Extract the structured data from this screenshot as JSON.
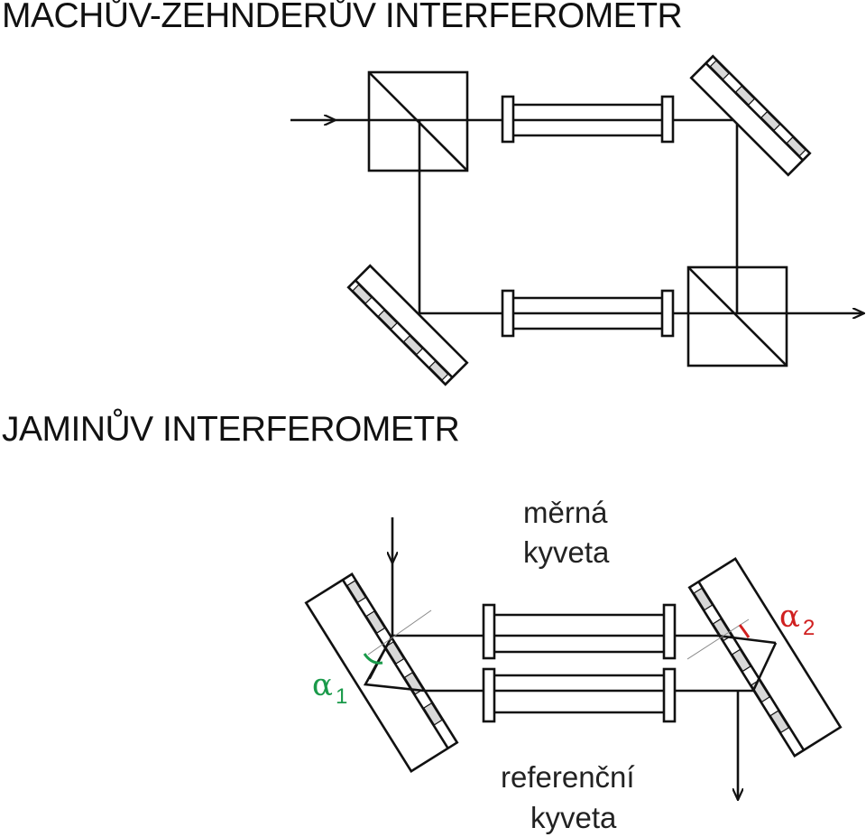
{
  "titles": {
    "mach_zehnder": "MACHŮV-ZEHNDERŮV INTERFEROMETR",
    "jamin": "JAMINŮV INTERFEROMETR"
  },
  "jamin_labels": {
    "measuring_cell_line1": "měrná",
    "measuring_cell_line2": "kyveta",
    "reference_cell_line1": "referenční",
    "reference_cell_line2": "kyveta",
    "alpha1_symbol": "α",
    "alpha1_subscript": "1",
    "alpha2_symbol": "α",
    "alpha2_subscript": "2"
  },
  "colors": {
    "line": "#111111",
    "mirror_fill": "#d8d8d8",
    "alpha1": "#1a9a4a",
    "alpha2": "#d02020"
  }
}
